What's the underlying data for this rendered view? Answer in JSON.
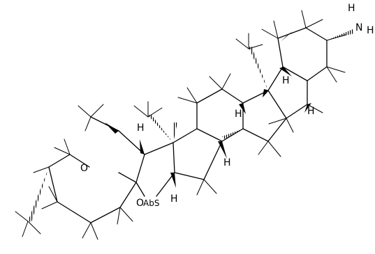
{
  "structure": {
    "atom_labels": {
      "amine_h": "H",
      "amine_n": "N",
      "ring_o": "O",
      "furan_o": "O",
      "abs": "AbS",
      "h": "H"
    },
    "colors": {
      "bond": "#000000",
      "background": "#ffffff"
    }
  }
}
